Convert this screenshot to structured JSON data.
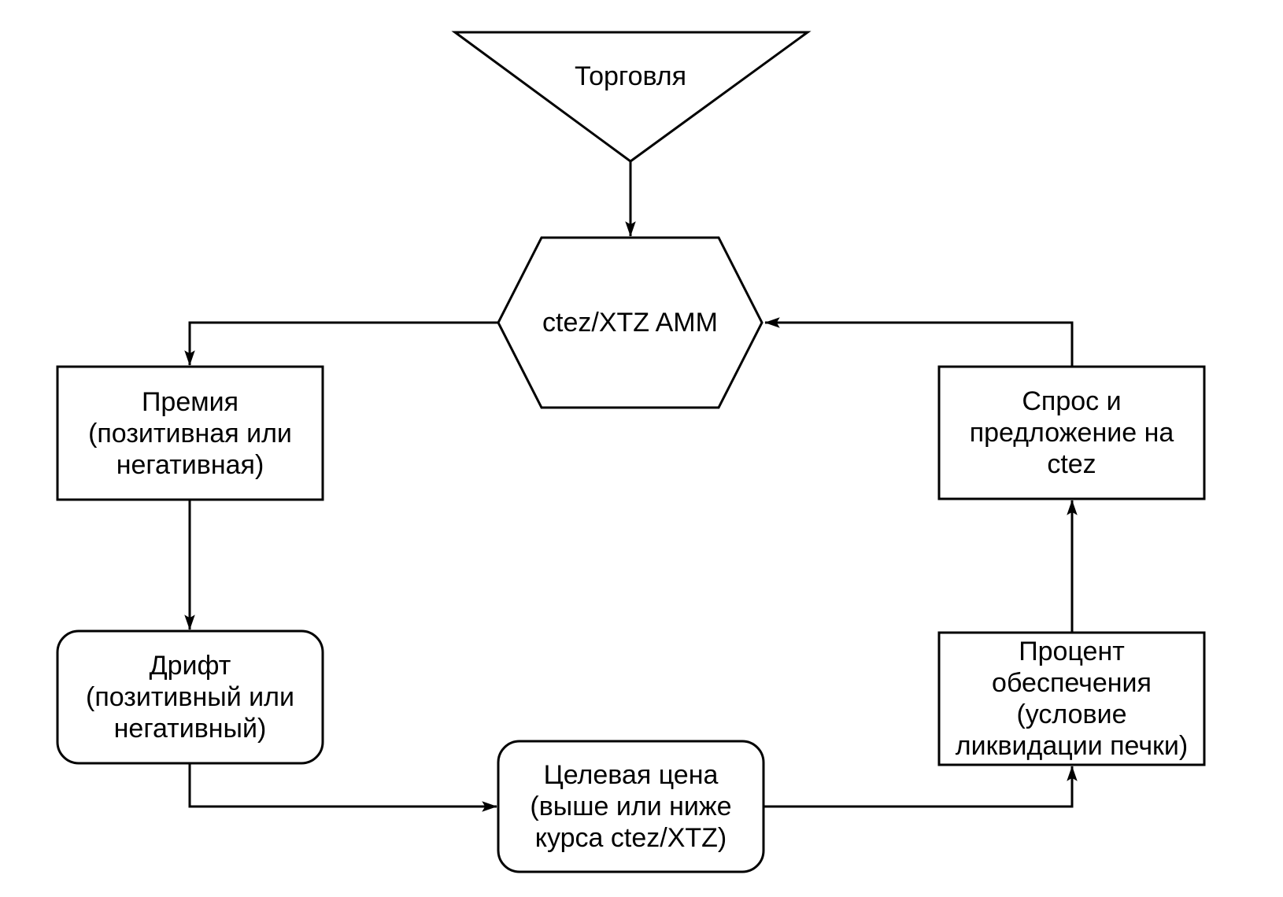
{
  "diagram": {
    "type": "flowchart",
    "background_color": "#ffffff",
    "line_color": "#000000",
    "text_color": "#000000",
    "nodes": {
      "trade": {
        "shape": "inverted-triangle",
        "label": "Торговля"
      },
      "amm": {
        "shape": "hexagon",
        "label": "ctez/XTZ AMM"
      },
      "premium": {
        "shape": "rectangle",
        "label": "Премия\n(позитивная или\nнегативная)"
      },
      "drift": {
        "shape": "rounded-rectangle",
        "label": "Дрифт\n(позитивный или\nнегативный)"
      },
      "target": {
        "shape": "rounded-rectangle",
        "label": "Целевая цена\n(выше или ниже\nкурса ctez/XTZ)"
      },
      "collateral": {
        "shape": "rectangle",
        "label": "Процент\nобеспечения\n(условие\nликвидации печки)"
      },
      "demand": {
        "shape": "rectangle",
        "label": "Спрос и\nпредложение на\nctez"
      }
    },
    "edges": [
      {
        "from": "trade",
        "to": "amm"
      },
      {
        "from": "amm",
        "to": "premium"
      },
      {
        "from": "premium",
        "to": "drift"
      },
      {
        "from": "drift",
        "to": "target"
      },
      {
        "from": "target",
        "to": "collateral"
      },
      {
        "from": "collateral",
        "to": "demand"
      },
      {
        "from": "demand",
        "to": "amm"
      }
    ]
  }
}
